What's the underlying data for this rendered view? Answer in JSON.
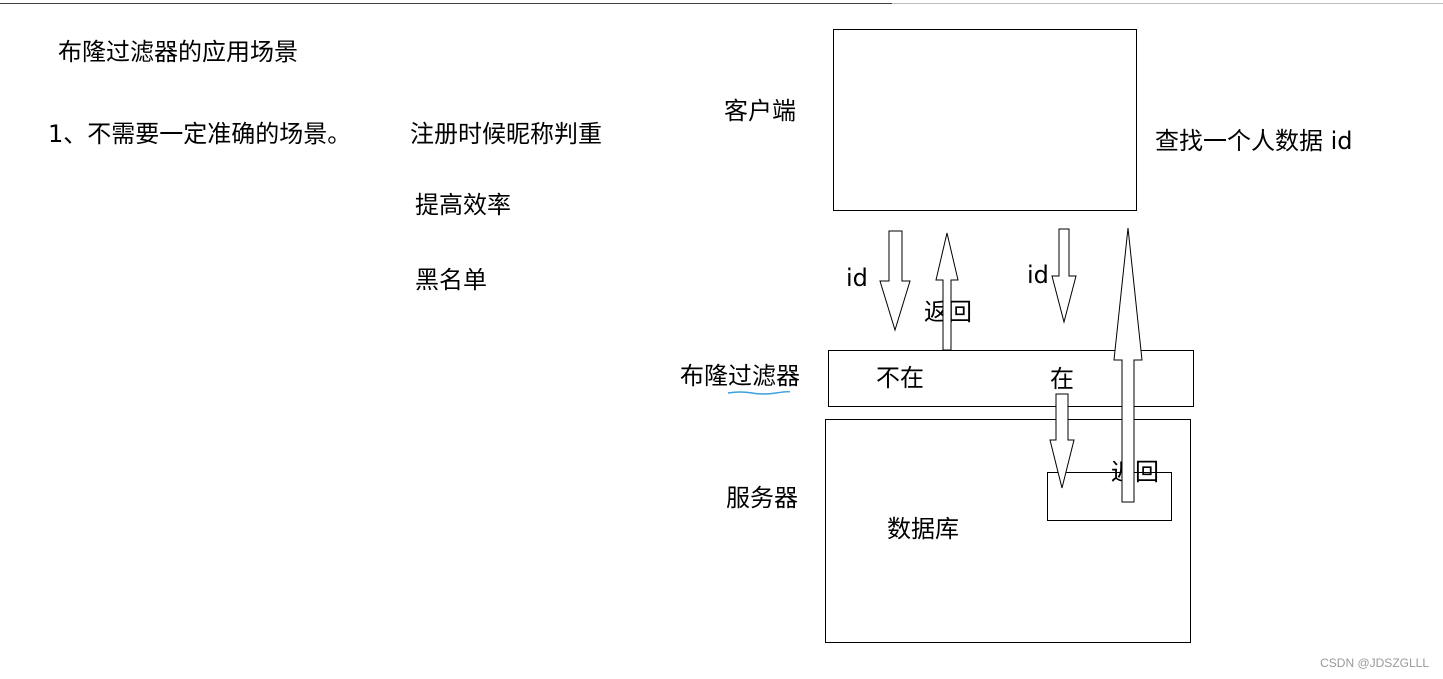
{
  "notes": {
    "title": "布隆过滤器的应用场景",
    "item1": "1、不需要一定准确的场景。",
    "case1": "注册时候昵称判重",
    "case2": "提高效率",
    "case3": "黑名单"
  },
  "diagram": {
    "client_label": "客户端",
    "lookup_note": "查找一个人数据 id",
    "request_label_left": "id",
    "return_label_left": "返回",
    "request_label_right": "id",
    "filter_label": "布隆过滤器",
    "not_present": "不在",
    "present": "在",
    "server_label": "服务器",
    "database_label": "数据库",
    "return_label_db": "返回"
  },
  "watermark": "CSDN @JDSZGLLL"
}
